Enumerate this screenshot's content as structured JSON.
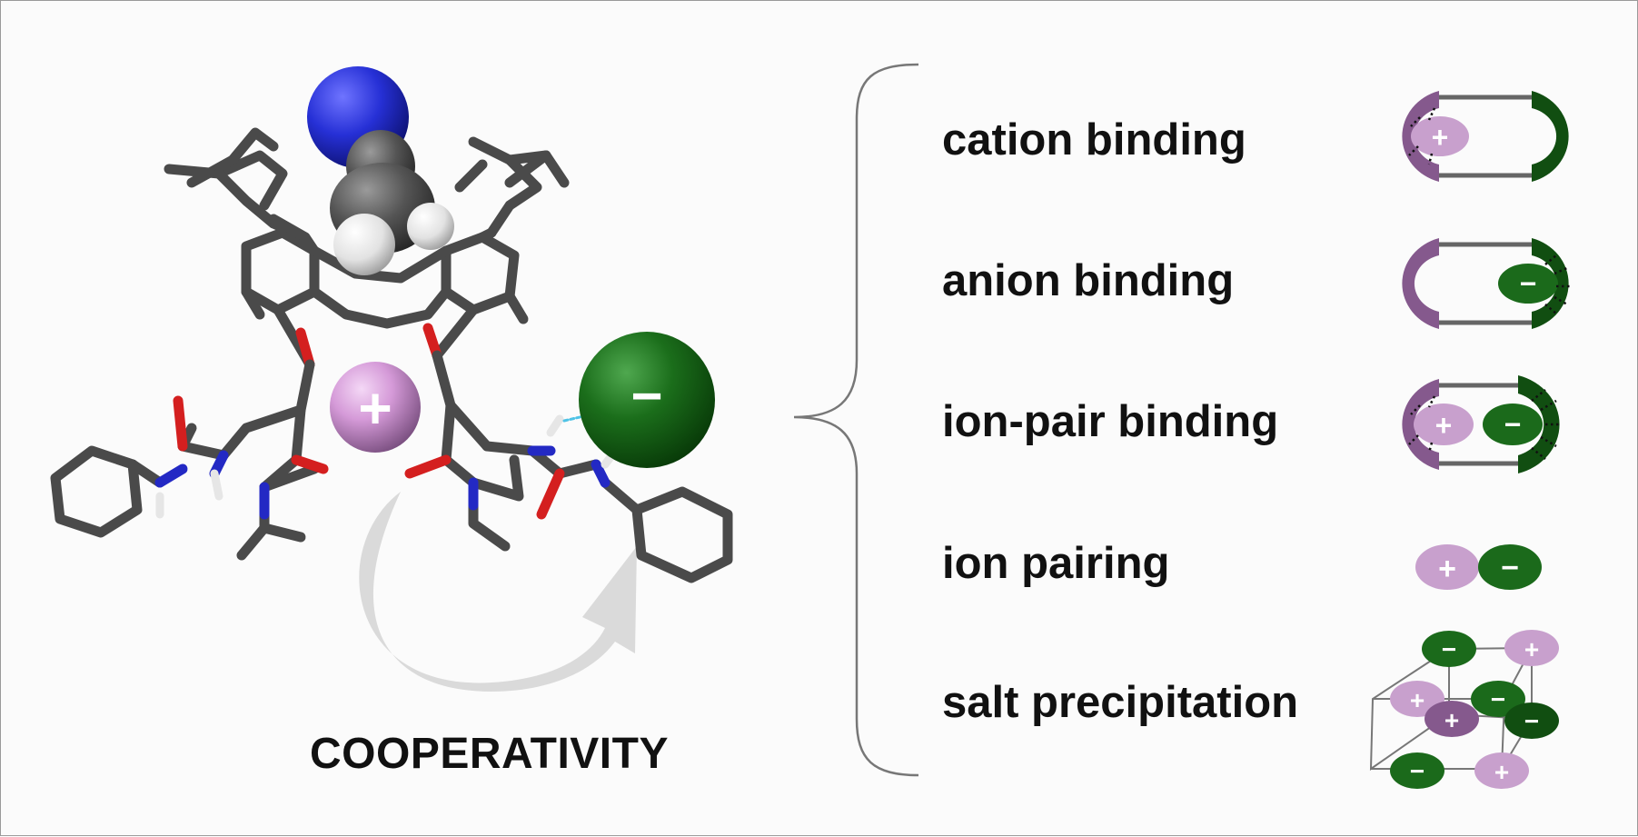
{
  "title": "COOPERATIVITY",
  "rows": [
    {
      "label": "cation binding",
      "scheme": "cation-binding"
    },
    {
      "label": "anion binding",
      "scheme": "anion-binding"
    },
    {
      "label": "ion-pair binding",
      "scheme": "ion-pair-binding"
    },
    {
      "label": "ion pairing",
      "scheme": "ion-pairing"
    },
    {
      "label": "salt precipitation",
      "scheme": "salt-precipitation"
    }
  ],
  "ion_symbols": {
    "cation": "+",
    "anion": "−"
  },
  "colors": {
    "cation": "#c8a0cd",
    "cation_receptor": "#85598d",
    "anion": "#1b6a1b",
    "anion_receptor": "#114e11",
    "linker": "#666666",
    "carbon": "#4a4a4a",
    "oxygen": "#d41f1f",
    "nitrogen": "#2329c4",
    "hydrogen": "#e6e6e6",
    "arrow": "#dadada",
    "text": "#111111"
  }
}
